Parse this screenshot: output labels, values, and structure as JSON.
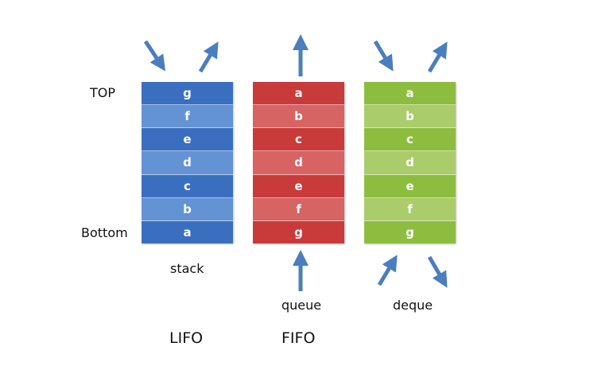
{
  "labels": {
    "top": "TOP",
    "bottom": "Bottom",
    "stack": "stack",
    "queue": "queue",
    "deque": "deque",
    "lifo": "LIFO",
    "fifo": "FIFO"
  },
  "colors": {
    "arrow": "#4a7ebf",
    "stack_dark": "#3a6fc0",
    "stack_light": "#6393d3",
    "queue_dark": "#c93a3a",
    "queue_light": "#d86363",
    "deque_dark": "#8cbd3f",
    "deque_light": "#aacc6a"
  },
  "stack": {
    "items": [
      "g",
      "f",
      "e",
      "d",
      "c",
      "b",
      "a"
    ]
  },
  "queue": {
    "items": [
      "a",
      "b",
      "c",
      "d",
      "e",
      "f",
      "g"
    ]
  },
  "deque": {
    "items": [
      "a",
      "b",
      "c",
      "d",
      "e",
      "f",
      "g"
    ]
  }
}
